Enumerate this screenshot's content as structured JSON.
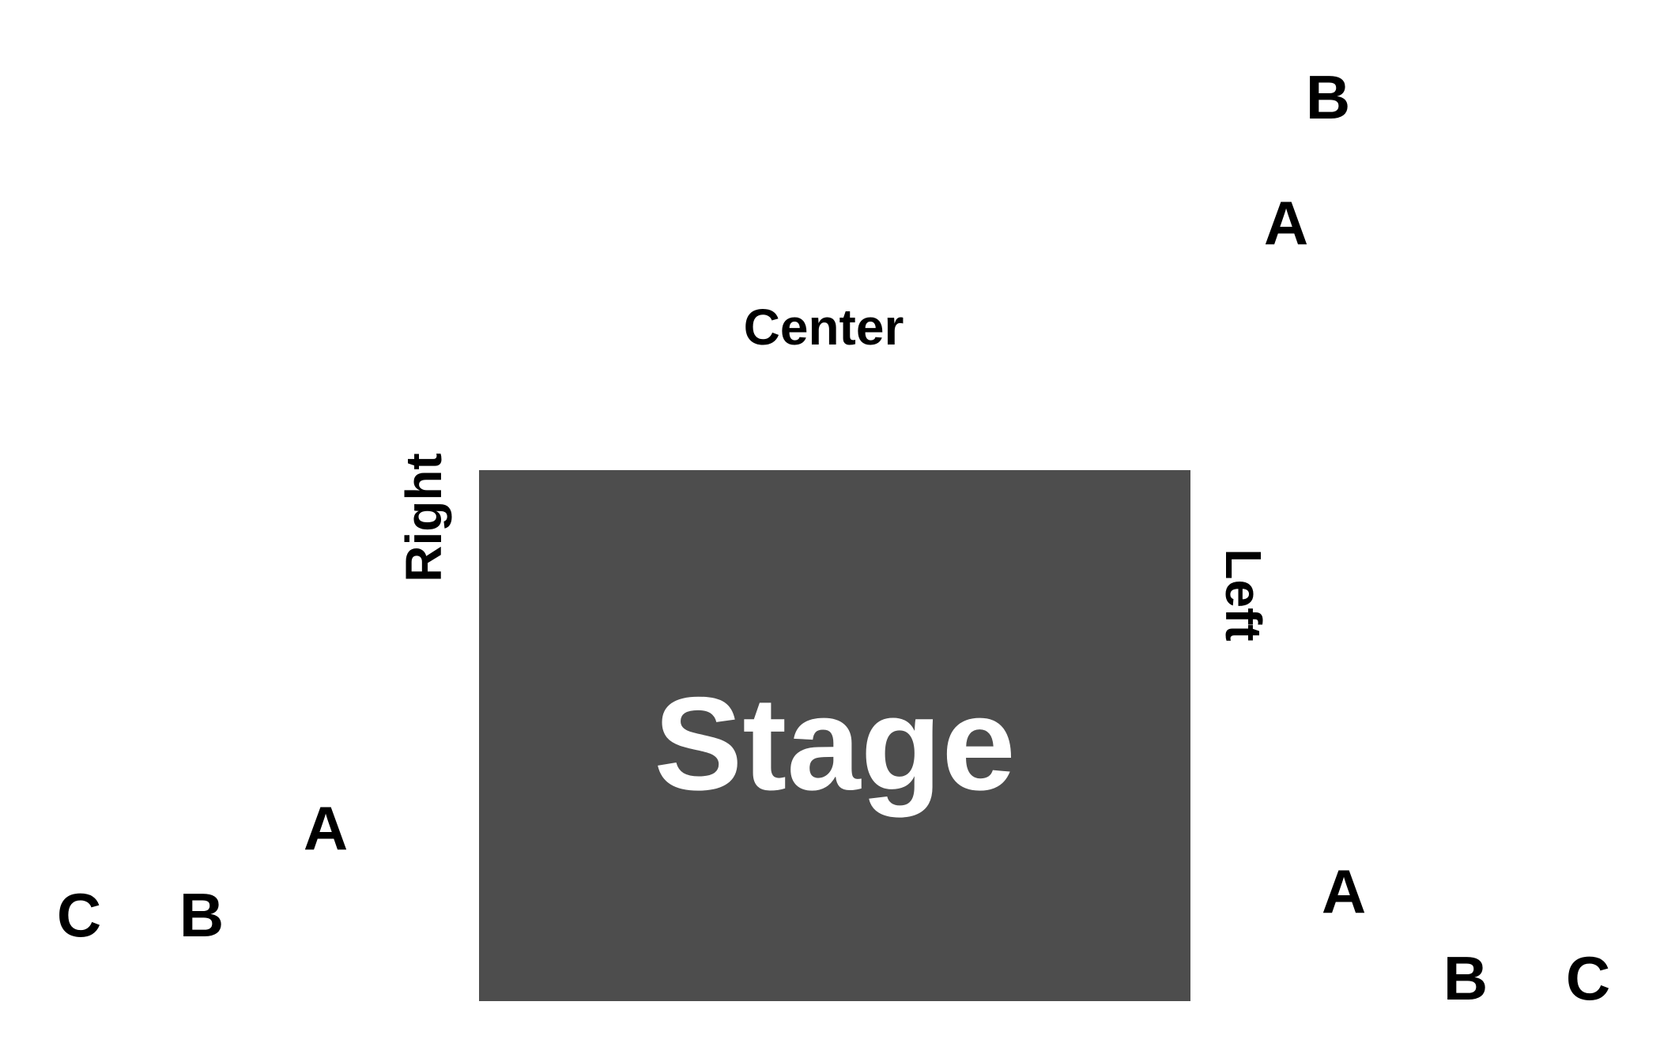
{
  "diagram": {
    "stage": {
      "label": "Stage",
      "fill_color": "#4d4d4d",
      "text_color": "#ffffff"
    },
    "text_color": "#000000",
    "background_color": "#ffffff",
    "sections": {
      "center": "Center",
      "right": "Right",
      "left": "Left"
    },
    "rows": {
      "right_side": [
        "C",
        "B",
        "A"
      ],
      "left_side": [
        "A",
        "B",
        "C"
      ],
      "center_side": [
        "A",
        "B"
      ]
    }
  }
}
